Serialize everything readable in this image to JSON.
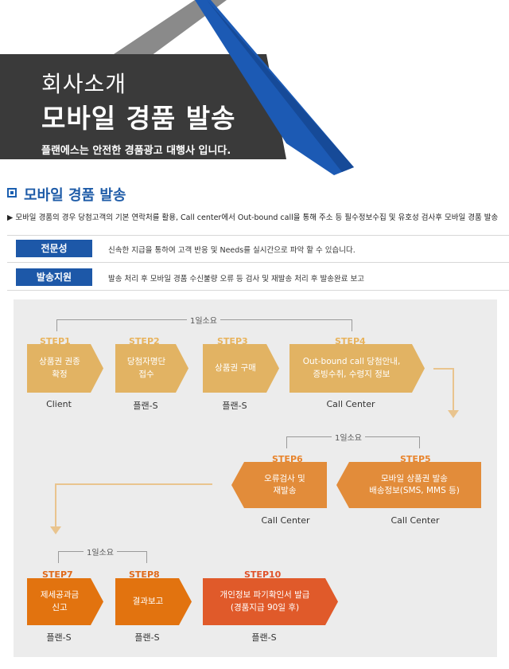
{
  "hero": {
    "title_small": "회사소개",
    "title_big": "모바일 경품 발송",
    "subtitle": "플랜에스는 안전한 경품광고 대행사 입니다."
  },
  "section": {
    "title": "모바일 경품 발송",
    "desc": "▶ 모바일 경품의 경우 당첨고객의 기본 연락처를 활용, Call center에서 Out-bound call을 통해 주소 등 필수정보수집 및 유호성 검사후 모바일 경품 발송"
  },
  "features": [
    {
      "tag": "전문성",
      "desc": "신속한 지급을 통하여 고객 반응 및 Needs를 실시간으로 파악 할 수 있습니다."
    },
    {
      "tag": "발송지원",
      "desc": "발송 처리 후 모바일 경품 수신불량 오류 등 검사 및 재발송 처리 후 발송완료 보고"
    }
  ],
  "process": {
    "duration_label": "1일소요",
    "steps": [
      {
        "label": "STEP1",
        "text": "상품권 권종\n확정",
        "who": "Client",
        "color": "#e2b363"
      },
      {
        "label": "STEP2",
        "text": "당첨자명단\n접수",
        "who": "플랜-S",
        "color": "#e2b363"
      },
      {
        "label": "STEP3",
        "text": "상품권 구매",
        "who": "플랜-S",
        "color": "#e2b363"
      },
      {
        "label": "STEP4",
        "text": "Out-bound call 당첨안내,\n증빙수취, 수령지 정보",
        "who": "Call Center",
        "color": "#e2b363"
      },
      {
        "label": "STEP5",
        "text": "모바일 상품권 발송\n배송정보(SMS, MMS 등)",
        "who": "Call Center",
        "color": "#e28c3a"
      },
      {
        "label": "STEP6",
        "text": "오류검사 및\n재발송",
        "who": "Call Center",
        "color": "#e28c3a"
      },
      {
        "label": "STEP7",
        "text": "제세공과금\n신고",
        "who": "플랜-S",
        "color": "#e2730f"
      },
      {
        "label": "STEP8",
        "text": "결과보고",
        "who": "플랜-S",
        "color": "#e2730f"
      },
      {
        "label": "STEP10",
        "text": "개인정보 파기확인서 발급\n(경품지급 90일 후)",
        "who": "플랜-S",
        "color": "#e05a2a"
      }
    ]
  },
  "colors": {
    "hero_dark": "#3a3a3a",
    "hero_blue": "#1c5ab4",
    "accent_blue": "#1d58a8",
    "process_bg": "#ececec",
    "connector": "#e9c48e"
  }
}
